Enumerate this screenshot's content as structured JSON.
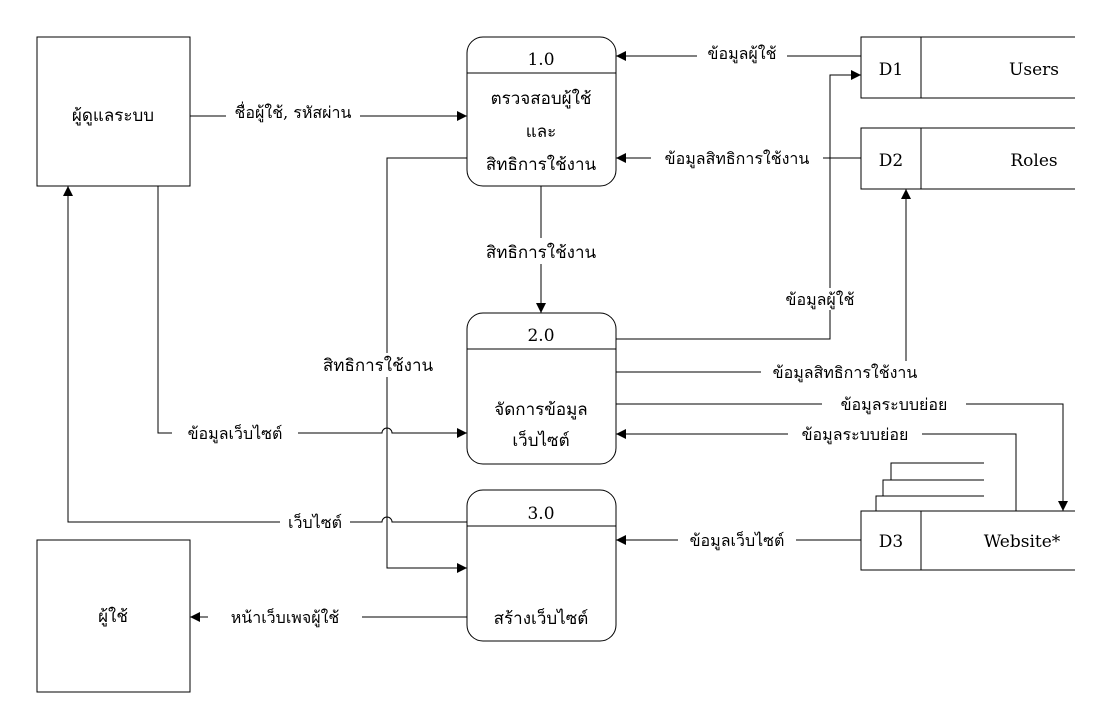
{
  "entities": {
    "admin": "ผู้ดูแลระบบ",
    "user": "ผู้ใช้"
  },
  "processes": [
    {
      "number": "1.0",
      "lines": [
        "ตรวจสอบผู้ใช้",
        "และ",
        "สิทธิการใช้งาน"
      ]
    },
    {
      "number": "2.0",
      "lines": [
        "จัดการข้อมูล",
        "เว็บไซต์"
      ]
    },
    {
      "number": "3.0",
      "lines": [
        "สร้างเว็บไซต์"
      ]
    }
  ],
  "datastores": [
    {
      "id": "D1",
      "name": "Users"
    },
    {
      "id": "D2",
      "name": "Roles"
    },
    {
      "id": "D3",
      "name": "Website*"
    }
  ],
  "flows": {
    "username_password": "ชื่อผู้ใช้, รหัสผ่าน",
    "d1_user_data": "ข้อมูลผู้ใช้",
    "d2_role_data": "ข้อมูลสิทธิการใช้งาน",
    "p1_to_p2_rights": "สิทธิการใช้งาน",
    "p2_user_data": "ข้อมูลผู้ใช้",
    "p3_rights": "สิทธิการใช้งาน",
    "p2_role_data": "ข้อมูลสิทธิการใช้งาน",
    "p2_subsystem_out": "ข้อมูลระบบย่อย",
    "d3_subsystem_in": "ข้อมูลระบบย่อย",
    "admin_site_data": "ข้อมูลเว็บไซต์",
    "website_to_admin": "เว็บไซต์",
    "d3_site_data": "ข้อมูลเว็บไซต์",
    "user_page": "หน้าเว็บเพจผู้ใช้"
  }
}
